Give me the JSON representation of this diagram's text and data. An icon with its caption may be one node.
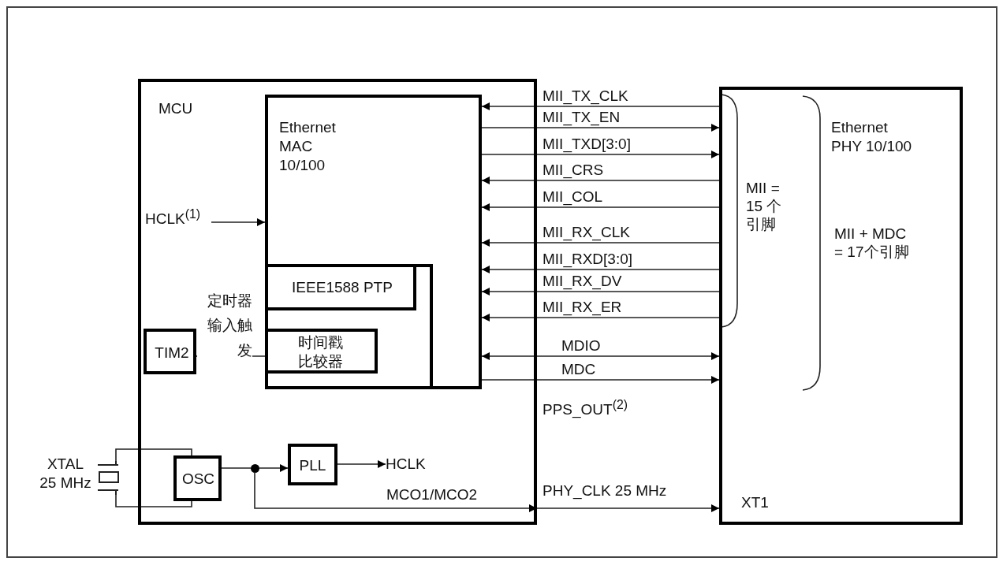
{
  "diagram": {
    "nodes": [
      {
        "text": [
          "MCU"
        ]
      },
      {
        "text": [
          "Ethernet MAC 10/100"
        ],
        "in": 0
      },
      {
        "text": [],
        "shape": "box",
        "in": 1
      },
      {
        "text": [
          "IEEE1588 PTP"
        ],
        "in": 2
      },
      {
        "text": [
          "时间戳比较器"
        ],
        "in": 2
      },
      {
        "text": [
          "TIM2"
        ],
        "in": 0
      },
      {
        "text": [
          "OSC"
        ],
        "in": 0
      },
      {
        "text": [
          "PLL"
        ],
        "in": 0
      },
      {
        "text": [
          "Ethernet PHY 10/100",
          "XT1"
        ]
      },
      {
        "text": [
          "XTAL 25 MHz"
        ]
      },
      {
        "text": [],
        "shape": "circle",
        "in": 0
      },
      {
        "text": [
          "HCLK$^{(1)}$"
        ],
        "in": 0
      },
      {
        "text": [
          "HCLK"
        ],
        "in": 0
      }
    ],
    "edges": [
      {
        "from": 8,
        "to": 1,
        "arrow": "to",
        "label": "MII_TX_CLK"
      },
      {
        "from": 1,
        "to": 8,
        "arrow": "to",
        "label": "MII_TX_EN"
      },
      {
        "from": 1,
        "to": 8,
        "arrow": "to",
        "label": "MII_TXD[3:0]"
      },
      {
        "from": 8,
        "to": 1,
        "arrow": "to",
        "label": "MII_CRS"
      },
      {
        "from": 8,
        "to": 1,
        "arrow": "to",
        "label": "MII_COL"
      },
      {
        "from": 8,
        "to": 1,
        "arrow": "to",
        "label": "MII_RX_CLK"
      },
      {
        "from": 8,
        "to": 1,
        "arrow": "to",
        "label": "MII_RXD[3:0]"
      },
      {
        "from": 8,
        "to": 1,
        "arrow": "to",
        "label": "MII_RX_DV"
      },
      {
        "from": 8,
        "to": 1,
        "arrow": "to",
        "label": "MII_RX_ER"
      },
      {
        "from": 1,
        "to": 8,
        "arrow": "both",
        "label": "MDIO"
      },
      {
        "from": 1,
        "to": 8,
        "arrow": "to",
        "label": "MDC"
      },
      {
        "from": 11,
        "to": 1,
        "arrow": "to"
      },
      {
        "from": 4,
        "to": 5,
        "arrow": "to",
        "label": "定时器输入触发"
      },
      {
        "from": 9,
        "to": 6,
        "arrow": "none"
      },
      {
        "from": 9,
        "to": 6,
        "arrow": "none"
      },
      {
        "from": 6,
        "to": 10,
        "arrow": "none"
      },
      {
        "from": 10,
        "to": 7,
        "arrow": "to"
      },
      {
        "from": 7,
        "to": 12,
        "arrow": "to"
      },
      {
        "from": 10,
        "to": 0,
        "arrow": "to",
        "label": "MCO1/MCO2"
      },
      {
        "from": 0,
        "to": 8,
        "arrow": "to",
        "label": "PHY_CLK 25 MHz"
      }
    ],
    "labels": [
      "MII = 15 个引脚",
      "MII + MDC = 17个引脚",
      "PPS_OUT$^{(2)}$"
    ]
  }
}
